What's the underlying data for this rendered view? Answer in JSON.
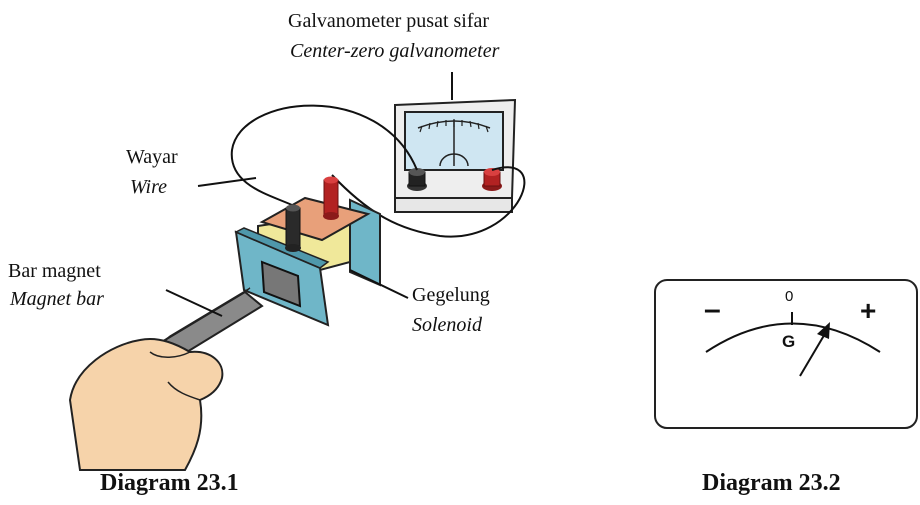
{
  "diagram_1": {
    "galvanometer_label_ms": "Galvanometer pusat sifar",
    "galvanometer_label_en": "Center-zero galvanometer",
    "wire_label_ms": "Wayar",
    "wire_label_en": "Wire",
    "magnet_label_ms": "Bar magnet",
    "magnet_label_en": "Magnet bar",
    "solenoid_label_ms": "Gegelung",
    "solenoid_label_en": "Solenoid",
    "caption": "Diagram 23.1"
  },
  "diagram_2": {
    "zero_mark": "0",
    "minus_sign": "–",
    "plus_sign": "+",
    "meter_letter": "G",
    "caption": "Diagram 23.2"
  }
}
